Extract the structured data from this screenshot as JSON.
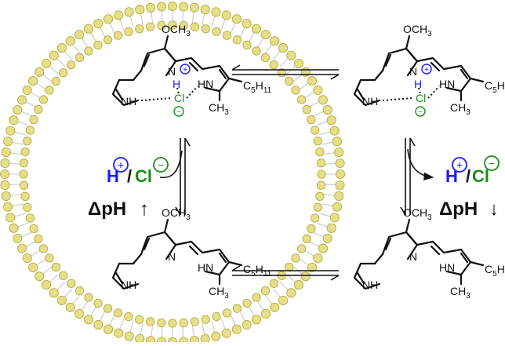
{
  "colors": {
    "proton": "#1a1aff",
    "chloride": "#1b8e1b",
    "lipid_head": "#e6df8a",
    "lipid_head_edge": "#b8aa3c",
    "ink": "#111111"
  },
  "labels": {
    "ome": "OCH",
    "ome_sub": "3",
    "methyl": "CH",
    "methyl_sub": "3",
    "pentyl": "C",
    "pentyl_sub": "5",
    "pentyl_h": "H",
    "pentyl_h_sub": "11",
    "nh": "NH",
    "hn": "HN",
    "n": "N",
    "h": "H",
    "cl": "Cl",
    "plus": "+",
    "minus": "−",
    "slash": "/",
    "delta_ph": "ΔpH",
    "up_arrow": "↑",
    "down_arrow": "↓"
  },
  "icons": {
    "membrane": "lipid-bilayer-vesicle",
    "equilibrium": "equilibrium-arrows"
  }
}
